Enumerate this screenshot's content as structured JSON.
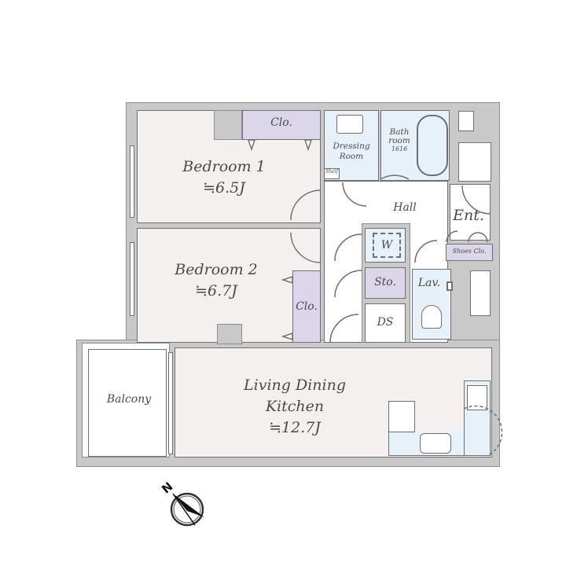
{
  "floor_plan": {
    "rooms": {
      "bedroom1": {
        "name": "Bedroom 1",
        "area": "≒6.5J"
      },
      "bedroom2": {
        "name": "Bedroom 2",
        "area": "≒6.7J"
      },
      "ldk": {
        "name_line1": "Living Dining",
        "name_line2": "Kitchen",
        "area": "≒12.7J"
      },
      "balcony": {
        "name": "Balcony"
      },
      "closet1": {
        "name": "Clo."
      },
      "closet2": {
        "name": "Clo."
      },
      "dressing": {
        "name_line1": "Dressing",
        "name_line2": "Room"
      },
      "bath": {
        "name_line1": "Bath",
        "name_line2": "room",
        "size": "1616"
      },
      "hall": {
        "name": "Hall"
      },
      "entrance": {
        "name": "Ent."
      },
      "shoes_closet": {
        "name": "Shoes Clo."
      },
      "washer": {
        "name": "W"
      },
      "storage": {
        "name": "Sto."
      },
      "lavatory": {
        "name": "Lav."
      },
      "duct_space": {
        "name": "DS"
      },
      "shelf": {
        "name": "Shelf"
      }
    },
    "compass": {
      "label": "N",
      "icon": "north-arrow-icon"
    },
    "colors": {
      "wall": "#c9c9c9",
      "room_floor": "#f5f0f0",
      "wet_area": "#e6f1f9",
      "storage": "#dcd6ea",
      "line": "#6f6f6f"
    }
  }
}
